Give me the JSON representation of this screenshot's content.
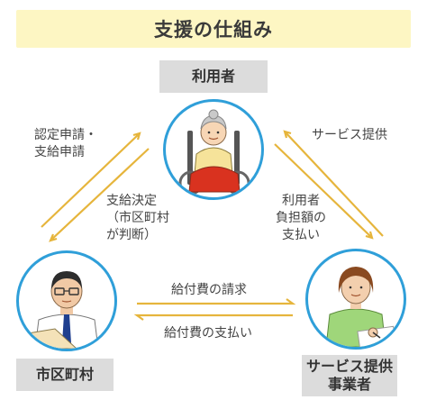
{
  "title": "支援の仕組み",
  "roles": {
    "user": "利用者",
    "municipality": "市区町村",
    "provider_line1": "サービス提供",
    "provider_line2": "事業者"
  },
  "labels": {
    "application_line1": "認定申請・",
    "application_line2": "支給申請",
    "decision_line1": "支給決定",
    "decision_line2": "（市区町村",
    "decision_line3": "が判断）",
    "service_provision": "サービス提供",
    "copay_line1": "利用者",
    "copay_line2": "負担額の",
    "copay_line3": "支払い",
    "benefit_claim": "給付費の請求",
    "benefit_payment": "給付費の支払い"
  },
  "colors": {
    "title_bg": "#fdf6c3",
    "role_bg": "#dcdcdc",
    "circle_border": "#2f9fd9",
    "arrow": "#e6b53c"
  }
}
